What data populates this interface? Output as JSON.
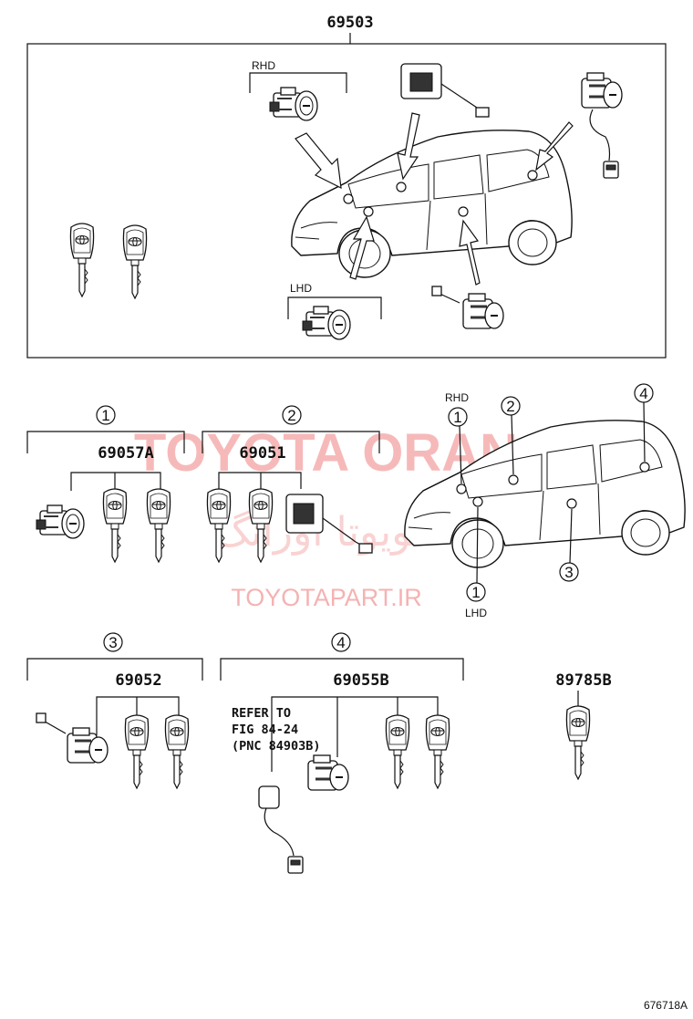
{
  "assembly": {
    "part_number": "69503"
  },
  "assembly_labels": {
    "rhd": "RHD",
    "lhd": "LHD"
  },
  "sections": [
    {
      "index": "1",
      "part_number": "69057A"
    },
    {
      "index": "2",
      "part_number": "69051"
    },
    {
      "index": "3",
      "part_number": "69052"
    },
    {
      "index": "4",
      "part_number": "69055B"
    }
  ],
  "standalone": {
    "part_number": "89785B"
  },
  "locator_labels": {
    "rhd": "RHD",
    "lhd": "LHD",
    "c1_top": "1",
    "c1_bottom": "1",
    "c2": "2",
    "c3": "3",
    "c4": "4"
  },
  "reference_note": {
    "line1": "REFER TO",
    "line2": "FIG 84-24",
    "line3": "(PNC 84903B)"
  },
  "watermark": {
    "brand": "TOYOTA ORANG",
    "persian": "تویوتا اورانگ",
    "site": "TOYOTAPART.IR"
  },
  "diagram_code": "676718A",
  "colors": {
    "watermark": "#f08080",
    "ink": "#111111"
  }
}
